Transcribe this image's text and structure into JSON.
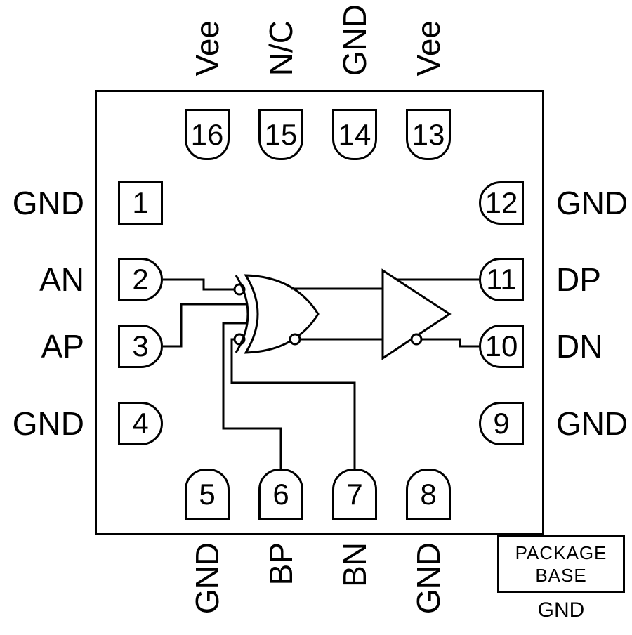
{
  "pins": {
    "top": [
      {
        "num": "16",
        "label": "Vee"
      },
      {
        "num": "15",
        "label": "N/C"
      },
      {
        "num": "14",
        "label": "GND"
      },
      {
        "num": "13",
        "label": "Vee"
      }
    ],
    "left": [
      {
        "num": "1",
        "label": "GND"
      },
      {
        "num": "2",
        "label": "AN"
      },
      {
        "num": "3",
        "label": "AP"
      },
      {
        "num": "4",
        "label": "GND"
      }
    ],
    "right": [
      {
        "num": "12",
        "label": "GND"
      },
      {
        "num": "11",
        "label": "DP"
      },
      {
        "num": "10",
        "label": "DN"
      },
      {
        "num": "9",
        "label": "GND"
      }
    ],
    "bottom": [
      {
        "num": "5",
        "label": "GND"
      },
      {
        "num": "6",
        "label": "BP"
      },
      {
        "num": "7",
        "label": "BN"
      },
      {
        "num": "8",
        "label": "GND"
      }
    ]
  },
  "package_base": {
    "title_line1": "PACKAGE",
    "title_line2": "BASE",
    "ground_label": "GND"
  },
  "colors": {
    "line": "#000000",
    "background": "#ffffff"
  }
}
